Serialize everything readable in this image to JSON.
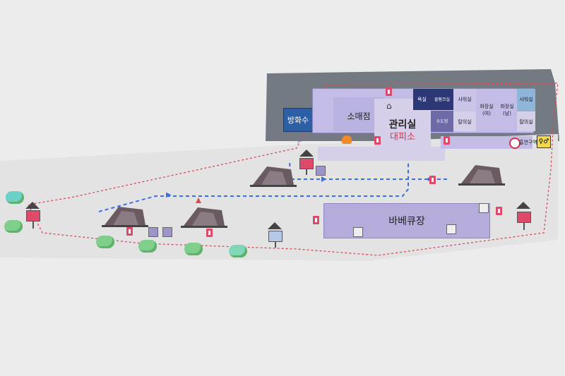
{
  "map": {
    "buildings": {
      "hydrant_label": "방화수",
      "store_label": "소매점",
      "office_label": "관리실",
      "evacuation_label": "대피소",
      "bathroom_label": "욕실",
      "powder_room_label": "물펌코실",
      "sink_label": "수도정",
      "shower_f_label": "샤워실",
      "changing_f_label": "탈의실",
      "toilet_f_label": "화장실\n(여)",
      "toilet_m_label": "화장실\n(남)",
      "shower_m_label": "샤워실",
      "changing_m_label": "탈의실",
      "no_smoking_label": "흡연구역",
      "bbq_label": "바베큐장"
    },
    "colors": {
      "lavender": "#b8b2e0",
      "lavender_light": "#d6cfe9",
      "bbq": "#b5acdc",
      "navy": "#2c3875",
      "hydrant_blue": "#2d5fa6",
      "gray_roof": "#757a82",
      "path_red": "#d84a5a",
      "path_blue": "#3c6fe0",
      "accent_red": "#d6344a"
    },
    "icons": [
      "tent-icon",
      "fire-extinguisher-icon",
      "sign-icon",
      "tree-icon",
      "campfire-icon",
      "restroom-icon",
      "no-smoking-icon"
    ]
  }
}
